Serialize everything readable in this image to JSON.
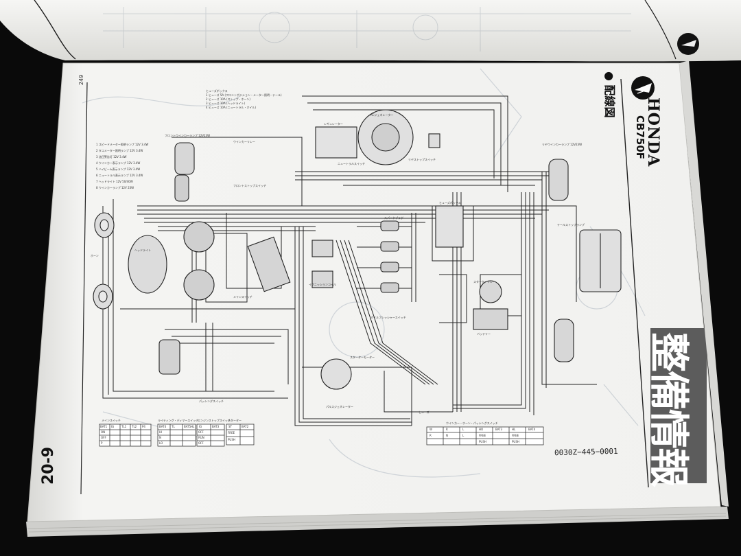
{
  "page": {
    "brand": "HONDA",
    "model": "CB750F",
    "section_title": "● 配線図",
    "page_number": "20-9",
    "sheet_number": "249",
    "side_title": "整備情報",
    "part_number": "0030Z−445−0001"
  },
  "colors": {
    "paper": "#f3f3f1",
    "paper_shade": "#e6e6e3",
    "ink": "#1c1c1c",
    "side_title_bg": "#5c5c5c",
    "side_title_text": "#ffffff",
    "background": "#0a0a0a"
  },
  "diagram": {
    "fuse_block": {
      "title": "ヒューズボックス",
      "items": [
        "1 ヒューズ 5A (フロントポジション・メーター照明・テール)",
        "2 ヒューズ 10A (ストップ・ホーン)",
        "3 ヒューズ 10A (ヘッドライト)",
        "4 ヒューズ 10A (ニュートラル・オイル)"
      ]
    },
    "left_legend": [
      "1 スピードメーター照明ランプ 12V 3.4W",
      "2 タコメーター照明ランプ 12V 3.4W",
      "3 油圧警告灯 12V 3.4W",
      "4 ウインカー表示ランプ 12V 3.4W",
      "5 ハイビーム表示ランプ 12V 3.4W",
      "6 ニュートラル表示ランプ 12V 3.4W",
      "7 ヘッドライト 12V 50/40W",
      "8 ウインカーランプ 12V 23W"
    ],
    "labels": [
      "フロントウインカーランプ 12V23W",
      "ウインカーリレー",
      "レギュレーター",
      "ヒューズボックス",
      "フロントストップスイッチ",
      "リヤストップスイッチ",
      "ニュートラルスイッチ",
      "オイルプレッシャースイッチ",
      "イグニッションコイル",
      "スパークプラグ",
      "パルスジェネレーター",
      "スターターモーター",
      "スターターリレー",
      "バッテリー",
      "テールストップランプ",
      "リヤウインカーランプ 12V23W",
      "メインスイッチ",
      "ヘッドライト",
      "ホーン",
      "パッシングスイッチ",
      "ヒューズ",
      "ACジェネレーター"
    ],
    "switch_tables": [
      {
        "title": "メインスイッチ",
        "headers": [
          "BAT1",
          "IG",
          "TL1",
          "TL2",
          "P4"
        ],
        "rows": [
          "ON",
          "OFF",
          "P"
        ]
      },
      {
        "title": "ライティング・ディマースイッチ",
        "headers": [
          "BAT4",
          "TL",
          "BAT5",
          "HL"
        ],
        "rows": [
          "HI",
          "N",
          "LO"
        ]
      },
      {
        "title": "エンジンストップスイッチ",
        "headers": [
          "IG",
          "BAT3"
        ],
        "rows": [
          "OFF",
          "RUN",
          "OFF"
        ]
      },
      {
        "title": "スターター",
        "headers": [
          "ST",
          "BAT2"
        ],
        "rows": [
          "FREE",
          "PUSH"
        ]
      },
      {
        "title": "ウインカー・ホーン・パッシングスイッチ",
        "headers": [
          "W",
          "R",
          "L",
          "HO",
          "BAT3",
          "HL",
          "BAT4"
        ],
        "rows": [
          "R",
          "N",
          "L",
          "FREE",
          "PUSH",
          "FREE",
          "PUSH"
        ]
      }
    ]
  }
}
